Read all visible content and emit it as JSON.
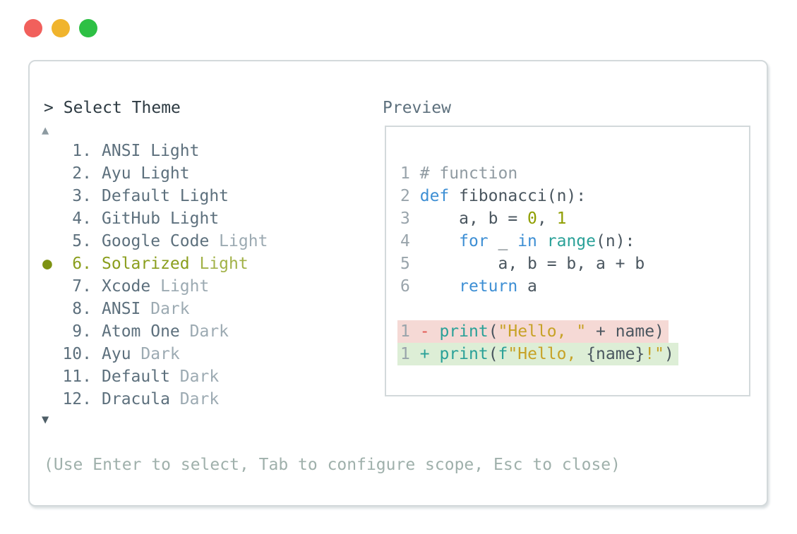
{
  "colors": {
    "traffic-red": "#f1605c",
    "traffic-yellow": "#f0b42d",
    "traffic-green": "#2dc044",
    "panel-border": "#d3d9db",
    "title": "#2d3a42",
    "slate": "#5d707d",
    "muted": "#9caab2",
    "olive": "#8a9e1d",
    "olive-light": "#a2b248",
    "olive-bullet": "#7d9212",
    "arrow-up": "#8d9aa1",
    "arrow-down": "#4e5e67",
    "hint": "#9fb0ab",
    "ln": "#99a4ab",
    "cmt": "#909ba2",
    "kw": "#3e8fd4",
    "fn": "#2aa198",
    "num": "#8f9e00",
    "str": "#c7a226",
    "txt": "#4a565f",
    "minus": "#e1554f",
    "plus": "#2aa198",
    "removed-bg": "#f5d9d5",
    "added-bg": "#ddeed6"
  },
  "window": {
    "buttons": [
      "close",
      "minimize",
      "zoom"
    ]
  },
  "selector": {
    "prompt": ">",
    "title": "Select Theme",
    "scroll_up_icon": "▲",
    "scroll_down_icon": "▼",
    "selected_marker": "●",
    "hint": "(Use Enter to select, Tab to configure scope, Esc to close)",
    "items": [
      {
        "number": "1.",
        "name": "ANSI",
        "suffix": " Light",
        "muted_suffix": false,
        "selected": false
      },
      {
        "number": "2.",
        "name": "Ayu",
        "suffix": " Light",
        "muted_suffix": false,
        "selected": false
      },
      {
        "number": "3.",
        "name": "Default",
        "suffix": " Light",
        "muted_suffix": false,
        "selected": false
      },
      {
        "number": "4.",
        "name": "GitHub",
        "suffix": " Light",
        "muted_suffix": false,
        "selected": false
      },
      {
        "number": "5.",
        "name": "Google Code",
        "suffix": " Light",
        "muted_suffix": true,
        "selected": false
      },
      {
        "number": "6.",
        "name": "Solarized",
        "suffix": " Light",
        "muted_suffix": false,
        "selected": true
      },
      {
        "number": "7.",
        "name": "Xcode",
        "suffix": " Light",
        "muted_suffix": true,
        "selected": false
      },
      {
        "number": "8.",
        "name": "ANSI",
        "suffix": " Dark",
        "muted_suffix": true,
        "selected": false
      },
      {
        "number": "9.",
        "name": "Atom One",
        "suffix": " Dark",
        "muted_suffix": true,
        "selected": false
      },
      {
        "number": "10.",
        "name": "Ayu",
        "suffix": " Dark",
        "muted_suffix": true,
        "selected": false
      },
      {
        "number": "11.",
        "name": "Default",
        "suffix": " Dark",
        "muted_suffix": true,
        "selected": false
      },
      {
        "number": "12.",
        "name": "Dracula",
        "suffix": " Dark",
        "muted_suffix": true,
        "selected": false
      }
    ]
  },
  "preview": {
    "label": "Preview",
    "code_lines": [
      {
        "num": "1",
        "tokens": [
          [
            " # function",
            "cmt"
          ]
        ]
      },
      {
        "num": "2",
        "tokens": [
          [
            " ",
            "txt"
          ],
          [
            "def",
            "kw"
          ],
          [
            " fibonacci(n):",
            "txt"
          ]
        ]
      },
      {
        "num": "3",
        "tokens": [
          [
            "     a, b = ",
            "txt"
          ],
          [
            "0",
            "num"
          ],
          [
            ", ",
            "txt"
          ],
          [
            "1",
            "num"
          ]
        ]
      },
      {
        "num": "4",
        "tokens": [
          [
            "     ",
            "txt"
          ],
          [
            "for",
            "kw"
          ],
          [
            " _ ",
            "txt"
          ],
          [
            "in",
            "kw"
          ],
          [
            " ",
            "txt"
          ],
          [
            "range",
            "fn"
          ],
          [
            "(n):",
            "txt"
          ]
        ]
      },
      {
        "num": "5",
        "tokens": [
          [
            "         a, b = b, a + b",
            "txt"
          ]
        ]
      },
      {
        "num": "6",
        "tokens": [
          [
            "     ",
            "txt"
          ],
          [
            "return",
            "kw"
          ],
          [
            " a",
            "txt"
          ]
        ]
      }
    ],
    "diff_lines": [
      {
        "num": "1",
        "kind": "removed",
        "tokens": [
          [
            " ",
            "txt"
          ],
          [
            "-",
            "minus"
          ],
          [
            " ",
            "txt"
          ],
          [
            "print",
            "fn"
          ],
          [
            "(",
            "txt"
          ],
          [
            "\"Hello, \"",
            "str"
          ],
          [
            " + name)",
            "txt"
          ]
        ]
      },
      {
        "num": "1",
        "kind": "added",
        "tokens": [
          [
            " ",
            "txt"
          ],
          [
            "+",
            "plus"
          ],
          [
            " ",
            "txt"
          ],
          [
            "print",
            "fn"
          ],
          [
            "(",
            "txt"
          ],
          [
            "f",
            "fn"
          ],
          [
            "\"Hello, ",
            "str"
          ],
          [
            "{name}",
            "txt"
          ],
          [
            "!\"",
            "str"
          ],
          [
            ")",
            "txt"
          ]
        ]
      }
    ]
  }
}
